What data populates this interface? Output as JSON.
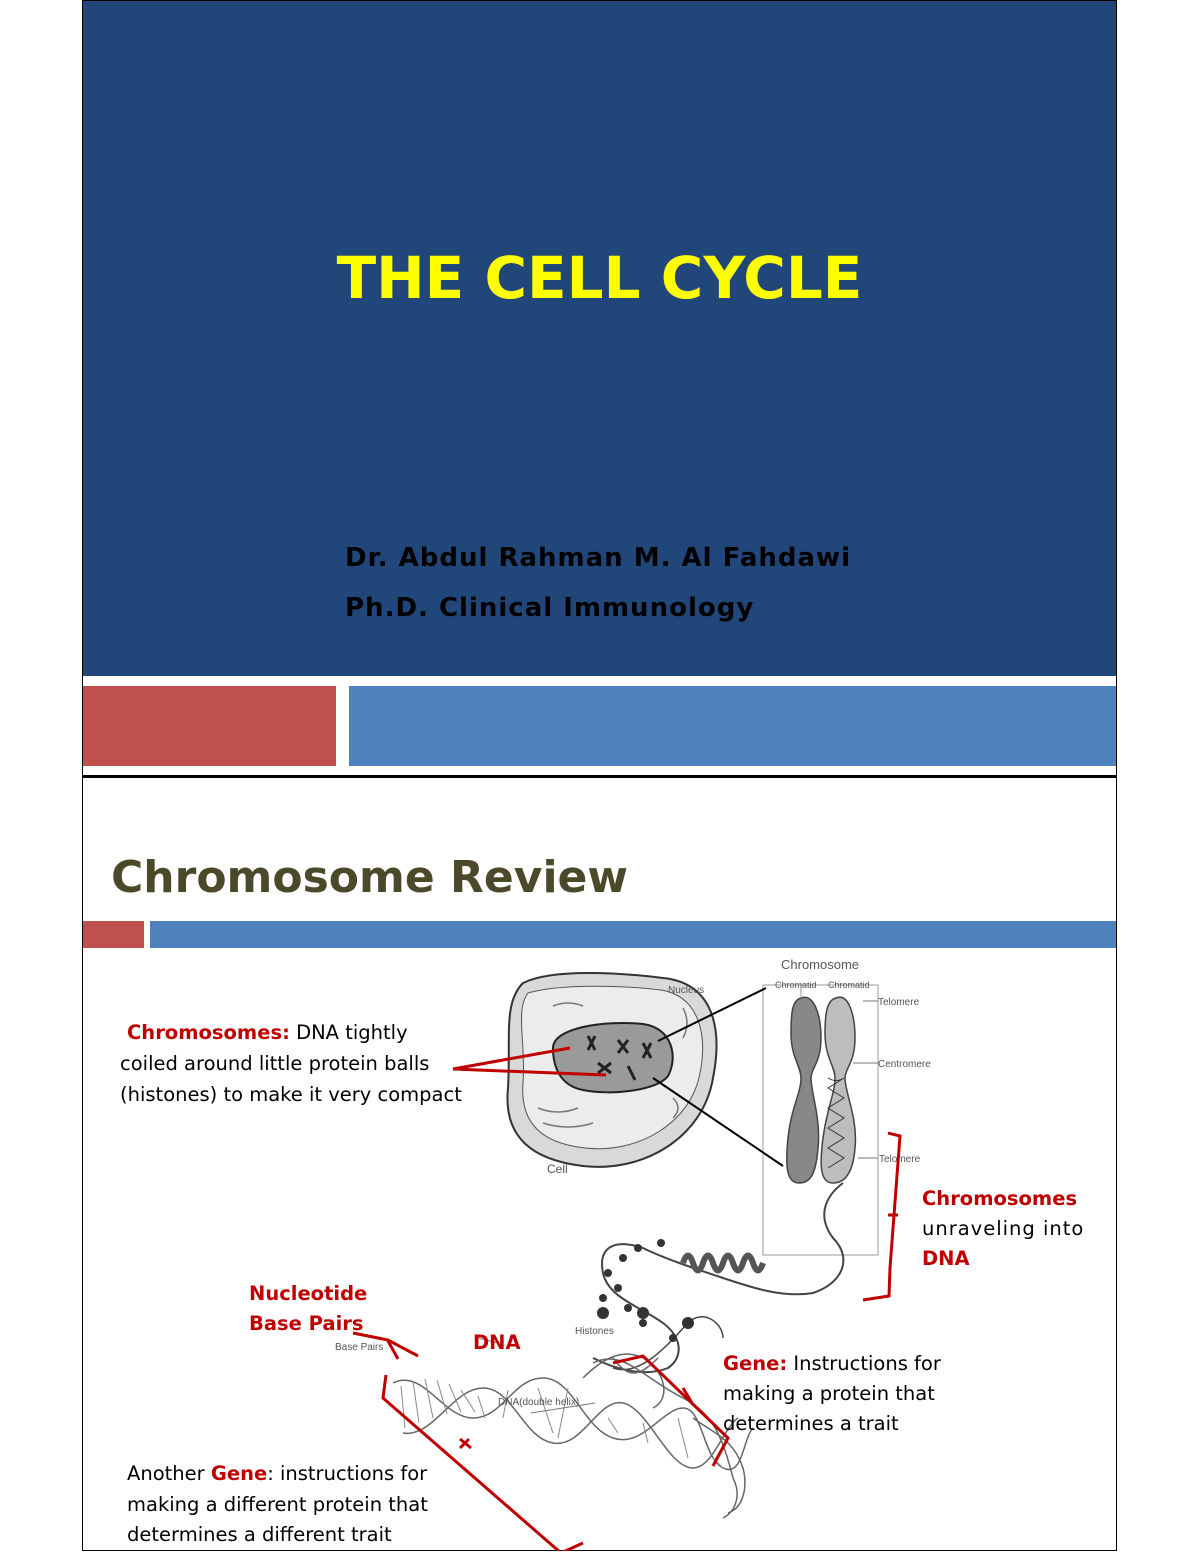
{
  "slide1": {
    "title": "THE CELL CYCLE",
    "author": "Dr. Abdul Rahman M. Al Fahdawi",
    "degree": "Ph.D. Clinical Immunology"
  },
  "slide2": {
    "title": "Chromosome Review",
    "chromosomes_note": {
      "term": "Chromosomes:",
      "line1": " DNA tightly",
      "line2": "coiled around little protein balls",
      "line3": "(histones) to make it very compact"
    },
    "unraveling_note": {
      "term": "Chromosomes",
      "line2": "unraveling into",
      "line3": "DNA"
    },
    "nucleotide_label": {
      "line1": "Nucleotide",
      "line2": "Base Pairs"
    },
    "dna_label": "DNA",
    "gene_note": {
      "term": "Gene:",
      "line1": " Instructions for",
      "line2": "making a protein that",
      "line3": "determines a trait"
    },
    "another_gene_note": {
      "prefix": "Another ",
      "term": "Gene",
      "line1": ": instructions for",
      "line2": "making a different protein that",
      "line3": "determines a different trait"
    },
    "diagram_labels": {
      "chromosome": "Chromosome",
      "chromatid_left": "Chromatid",
      "chromatid_right": "Chromatid",
      "nucleus": "Nucleus",
      "telomere_top": "Telomere",
      "centromere": "Centromere",
      "telomere_bottom": "Telomere",
      "cell": "Cell",
      "histones": "Histones",
      "base_pairs": "Base Pairs",
      "dna_double_helix": "DNA(double helix)"
    }
  },
  "colors": {
    "title_blue": "#21467a",
    "accent_red": "#c0504d",
    "accent_blue": "#4f81bd",
    "title_yellow": "#ffff00",
    "term_red": "#c00000"
  }
}
